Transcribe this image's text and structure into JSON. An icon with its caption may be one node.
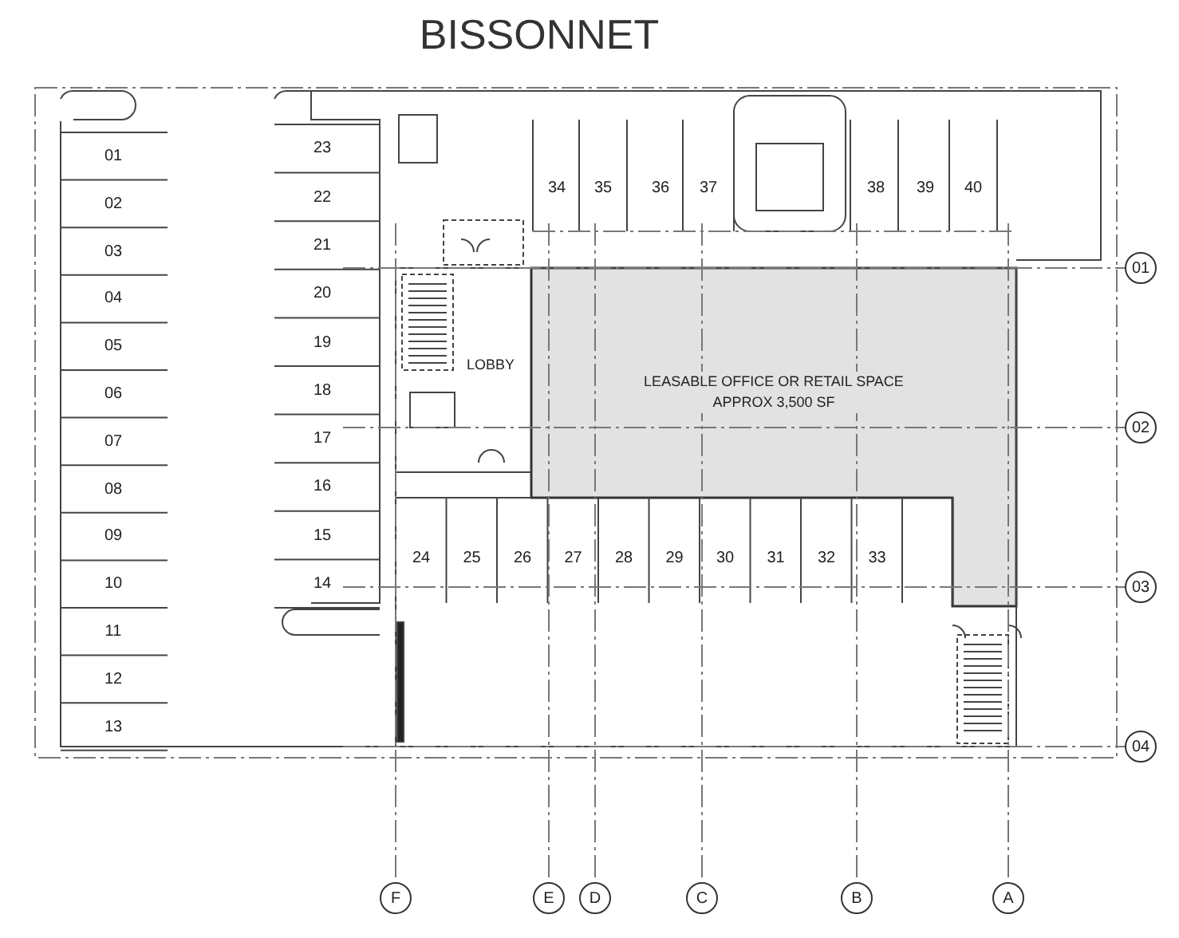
{
  "diagram": {
    "title": "BISSONNET",
    "nodes": [
      {
        "text": [
          "LOBBY"
        ]
      },
      {
        "text": [
          "LEASABLE OFFICE OR RETAIL SPACE",
          "APPROX 3,500 SF"
        ]
      },
      {
        "text": [
          "01"
        ]
      },
      {
        "text": [
          "02"
        ]
      },
      {
        "text": [
          "03"
        ]
      },
      {
        "text": [
          "04"
        ]
      },
      {
        "text": [
          "F"
        ]
      },
      {
        "text": [
          "E"
        ]
      },
      {
        "text": [
          "D"
        ]
      },
      {
        "text": [
          "C"
        ]
      },
      {
        "text": [
          "B"
        ]
      },
      {
        "text": [
          "A"
        ]
      }
    ],
    "edges": [],
    "labels": [
      "01",
      "02",
      "03",
      "04",
      "05",
      "06",
      "07",
      "08",
      "09",
      "10",
      "11",
      "12",
      "13",
      "14",
      "15",
      "16",
      "17",
      "18",
      "19",
      "20",
      "21",
      "22",
      "23",
      "24",
      "25",
      "26",
      "27",
      "28",
      "29",
      "30",
      "31",
      "32",
      "33",
      "34",
      "35",
      "36",
      "37",
      "38",
      "39",
      "40"
    ]
  }
}
